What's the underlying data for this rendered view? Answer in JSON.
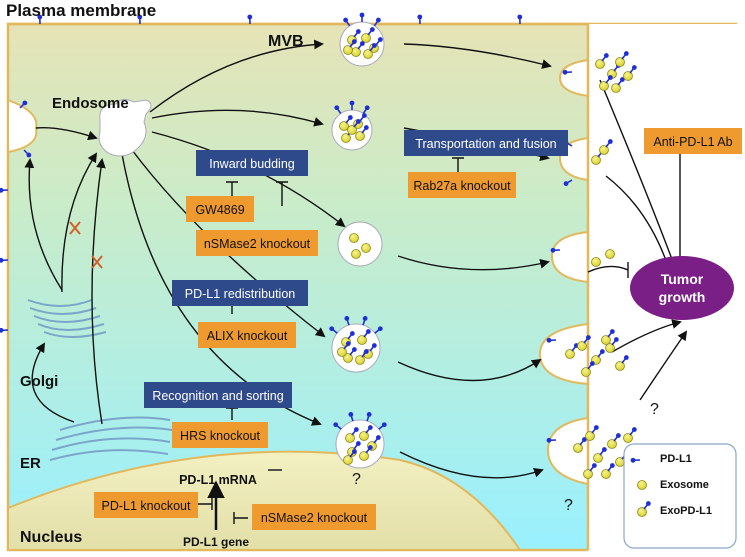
{
  "labels": {
    "plasma_membrane": "Plasma membrane",
    "mvb": "MVB",
    "endosome": "Endosome",
    "golgi": "Golgi",
    "er": "ER",
    "nucleus": "Nucleus",
    "pdl1_mrna": "PD-L1 mRNA",
    "pdl1_gene": "PD-L1 gene",
    "tumor_growth_line1": "Tumor",
    "tumor_growth_line2": "growth",
    "question_mark": "?"
  },
  "process_boxes": {
    "inward_budding": "Inward budding",
    "pdl1_redistribution": "PD-L1 redistribution",
    "recognition_sorting": "Recognition and sorting",
    "transport_fusion": "Transportation and fusion"
  },
  "intervention_boxes": {
    "gw4869": "GW4869",
    "nsmase2_ko_upper": "nSMase2 knockout",
    "alix_ko": "ALIX knockout",
    "hrs_ko": "HRS knockout",
    "rab27a_ko": "Rab27a knockout",
    "anti_pdl1_ab": "Anti-PD-L1 Ab",
    "pdl1_ko": "PD-L1 knockout",
    "nsmase2_ko_lower": "nSMase2 knockout"
  },
  "legend": {
    "pdl1": "PD-L1",
    "exosome": "Exosome",
    "exopdl1": "ExoPD-L1"
  },
  "colors": {
    "process_box": "#2e4a8b",
    "intervention_box": "#ef9a2f",
    "tumor": "#7a1f85",
    "pdl1_blue": "#1f2fd6",
    "exosome_yellow": "#e9e23a",
    "cell_top": "#e7e4b8",
    "cell_bottom": "#9ff0ff",
    "membrane": "#e8c26b",
    "inhibit_x": "#d2602a"
  }
}
